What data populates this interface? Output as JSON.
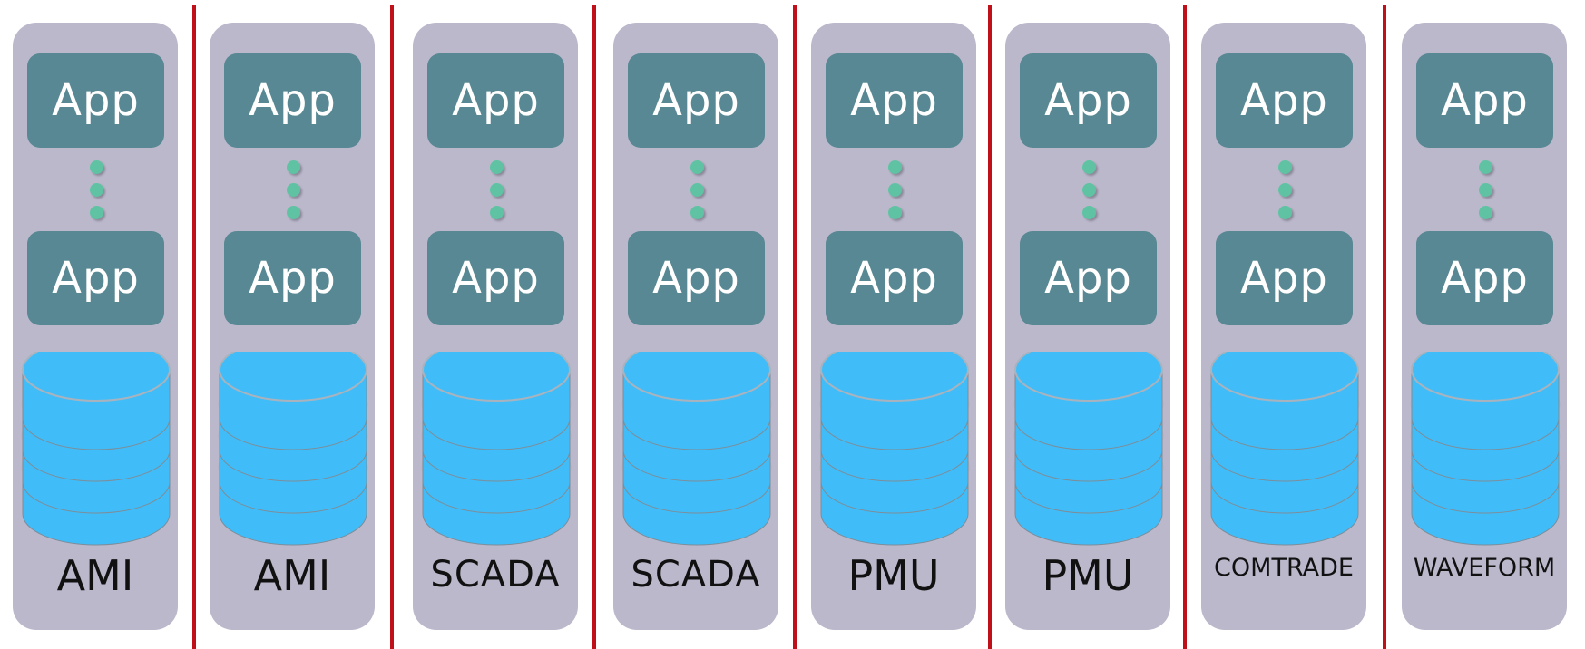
{
  "diagram": {
    "columns": [
      {
        "label": "AMI",
        "app_top": "App",
        "app_bottom": "App"
      },
      {
        "label": "AMI",
        "app_top": "App",
        "app_bottom": "App"
      },
      {
        "label": "SCADA",
        "app_top": "App",
        "app_bottom": "App"
      },
      {
        "label": "SCADA",
        "app_top": "App",
        "app_bottom": "App"
      },
      {
        "label": "PMU",
        "app_top": "App",
        "app_bottom": "App"
      },
      {
        "label": "PMU",
        "app_top": "App",
        "app_bottom": "App"
      },
      {
        "label": "COMTRADE",
        "app_top": "App",
        "app_bottom": "App"
      },
      {
        "label": "WAVEFORM",
        "app_top": "App",
        "app_bottom": "App"
      }
    ],
    "colors": {
      "column_bg": "#bcb8cc",
      "app_box": "#578893",
      "connector_dot": "#5fc3a3",
      "database": "#40bdf8",
      "divider": "#c0101a"
    },
    "icons": {
      "connector": "vertical-ellipsis-dots",
      "storage": "database-cylinder-stack"
    }
  }
}
